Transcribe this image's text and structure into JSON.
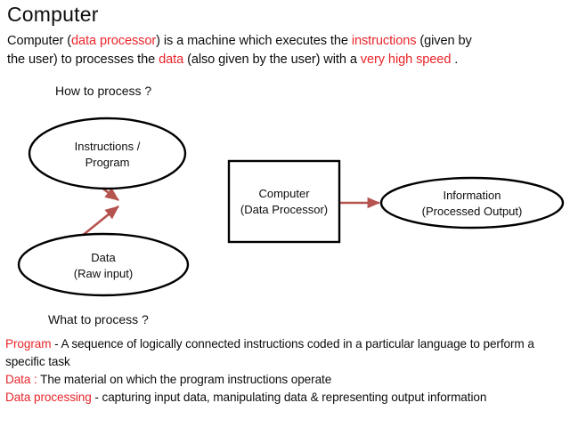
{
  "slide": {
    "title": "Computer",
    "accent_red": "#e8252a",
    "text_color": "#0d0d0d",
    "background": "#ffffff"
  },
  "intro": {
    "line1": [
      {
        "text": "Computer (",
        "color": "black"
      },
      {
        "text": "data processor",
        "color": "red"
      },
      {
        "text": ") is  a machine  which  executes the  ",
        "color": "black"
      },
      {
        "text": "instructions",
        "color": "red"
      },
      {
        "text": "  (given by",
        "color": "black"
      }
    ],
    "line2": [
      {
        "text": "the user)  to processes the ",
        "color": "black"
      },
      {
        "text": "data",
        "color": "red"
      },
      {
        "text": "  (also given  by the  user)  with a ",
        "color": "black"
      },
      {
        "text": "very high speed",
        "color": "red"
      },
      {
        "text": " .",
        "color": "black"
      }
    ]
  },
  "captions": {
    "how_to_process": "How  to process ?",
    "what_to_process": "What to process ?"
  },
  "diagram": {
    "nodes": {
      "instructions": {
        "line1": "Instructions /",
        "line2": "Program"
      },
      "data": {
        "line1": "Data",
        "line2": "(Raw input)"
      },
      "computer": {
        "line1": "Computer",
        "line2": "(Data Processor)"
      },
      "information": {
        "line1": "Information",
        "line2": "(Processed  Output)"
      }
    },
    "arrow_color": "#b5534f",
    "stroke_color": "#000000"
  },
  "definitions": {
    "program": {
      "term": "Program",
      "separator": " -  ",
      "body": "A  sequence of  logically connected  instructions coded in a  particular language to perform a specific task"
    },
    "data": {
      "term": "Data :",
      "separator": "   ",
      "body": "The material on which the  program  instructions operate"
    },
    "data_processing": {
      "term": "Data  processing",
      "separator": "  -  ",
      "body": "capturing input data, manipulating data & representing output  information"
    }
  }
}
